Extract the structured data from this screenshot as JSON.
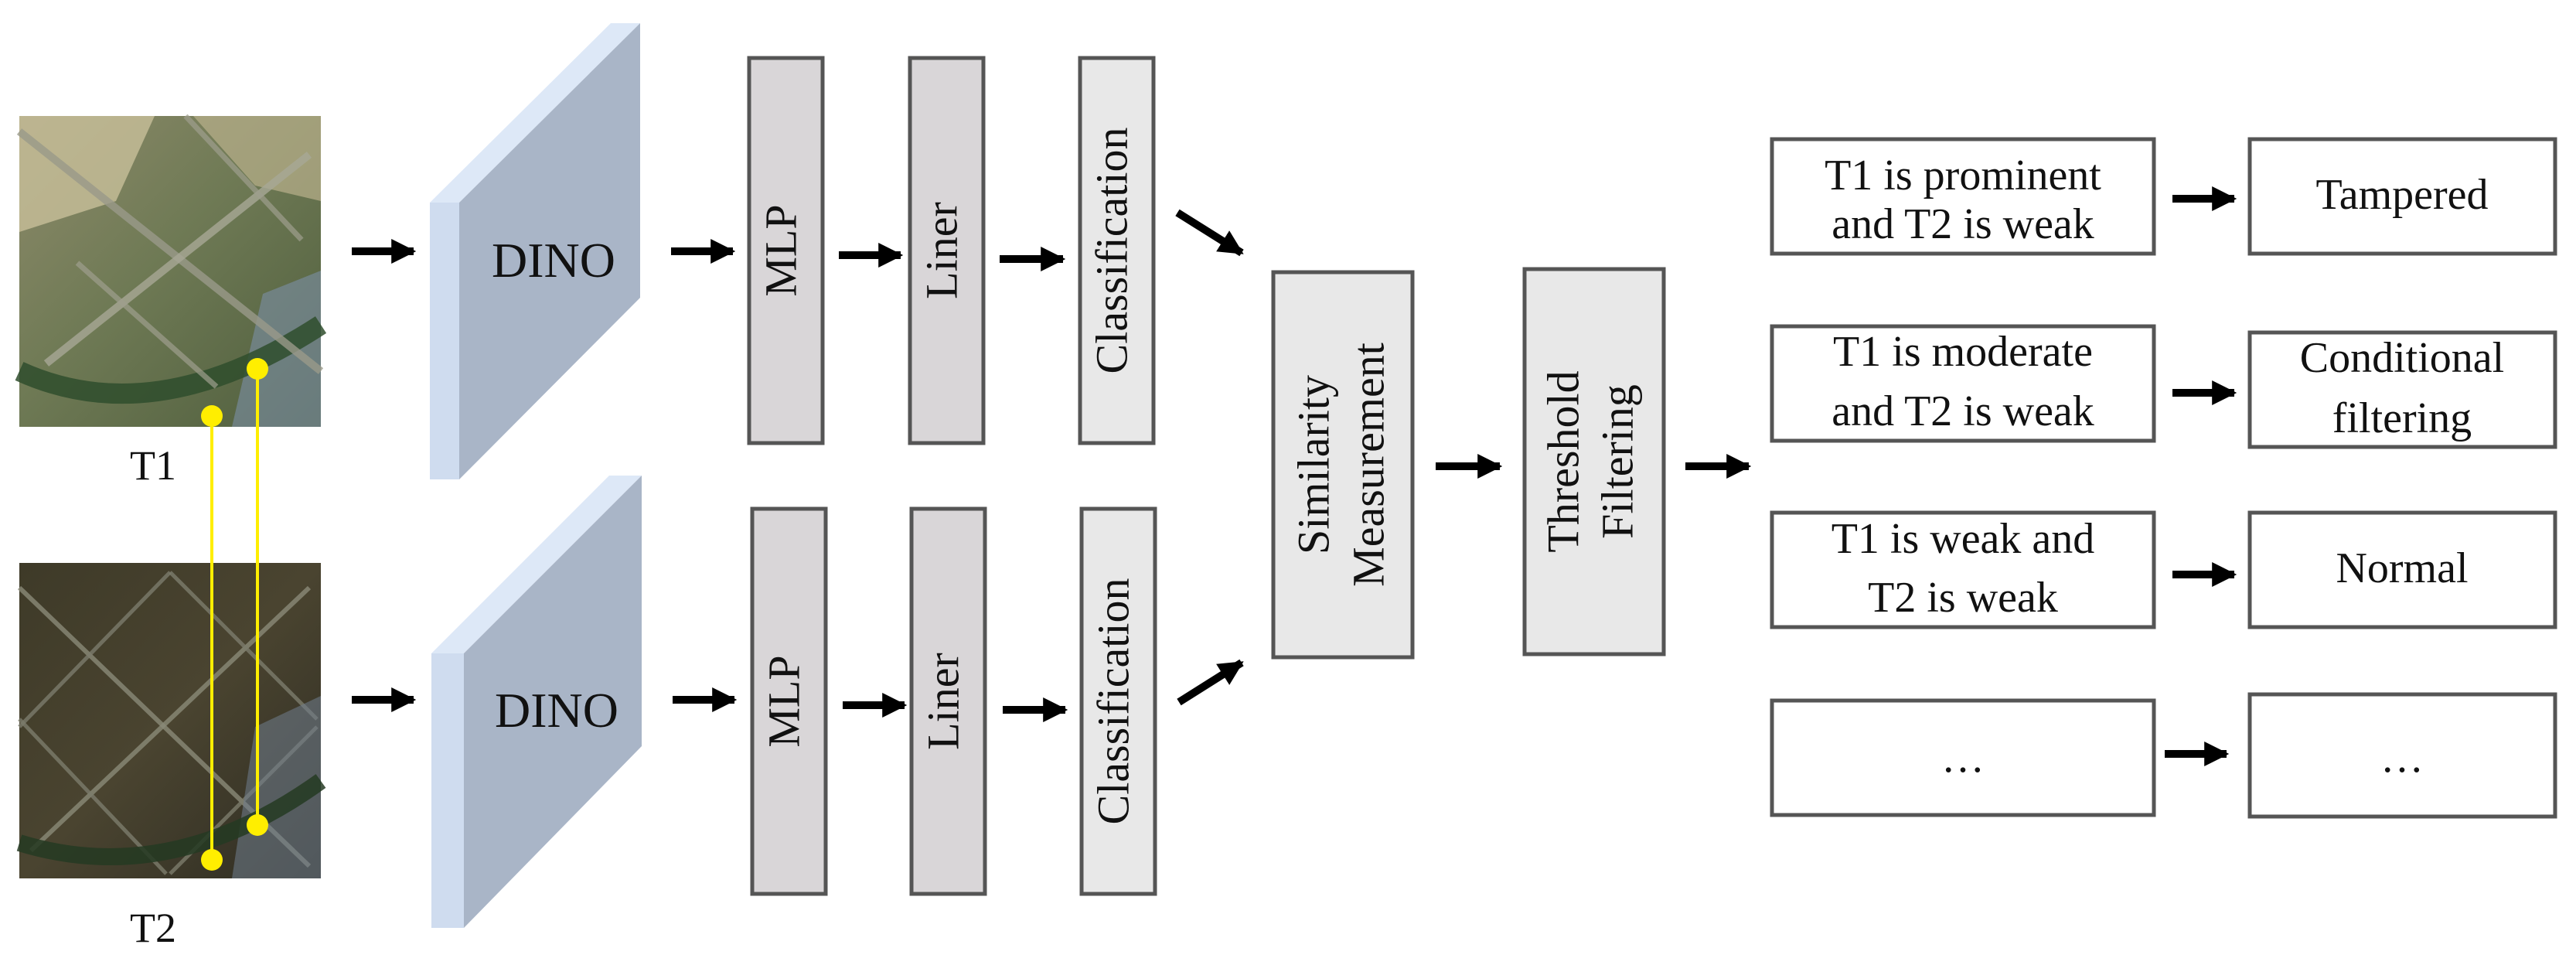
{
  "inputs": {
    "t1_label": "T1",
    "t2_label": "T2"
  },
  "branch_top": {
    "backbone": "DINO",
    "mlp": "MLP",
    "liner": "Liner",
    "classification": "Classification"
  },
  "branch_bottom": {
    "backbone": "DINO",
    "mlp": "MLP",
    "liner": "Liner",
    "classification": "Classification"
  },
  "similarity": {
    "line1": "Similarity",
    "line2": "Measurement"
  },
  "threshold": {
    "line1": "Threshold",
    "line2": "Filtering"
  },
  "rules": [
    {
      "condition_line1": "T1 is prominent",
      "condition_line2": "and T2 is weak",
      "result_line1": "Tampered",
      "result_line2": ""
    },
    {
      "condition_line1": "T1 is moderate",
      "condition_line2": "and T2 is weak",
      "result_line1": "Conditional",
      "result_line2": "filtering"
    },
    {
      "condition_line1": "T1 is weak and",
      "condition_line2": "T2 is weak",
      "result_line1": "Normal",
      "result_line2": ""
    },
    {
      "condition_line1": "…",
      "condition_line2": "",
      "result_line1": "…",
      "result_line2": ""
    }
  ],
  "colors": {
    "block_fill": "#d9d6d8",
    "merge_fill": "#e8e8e8",
    "dino_face": "#a9b5c7",
    "dino_edge": "#cfdcef",
    "marker": "#ffee00",
    "arrow": "#000000"
  }
}
